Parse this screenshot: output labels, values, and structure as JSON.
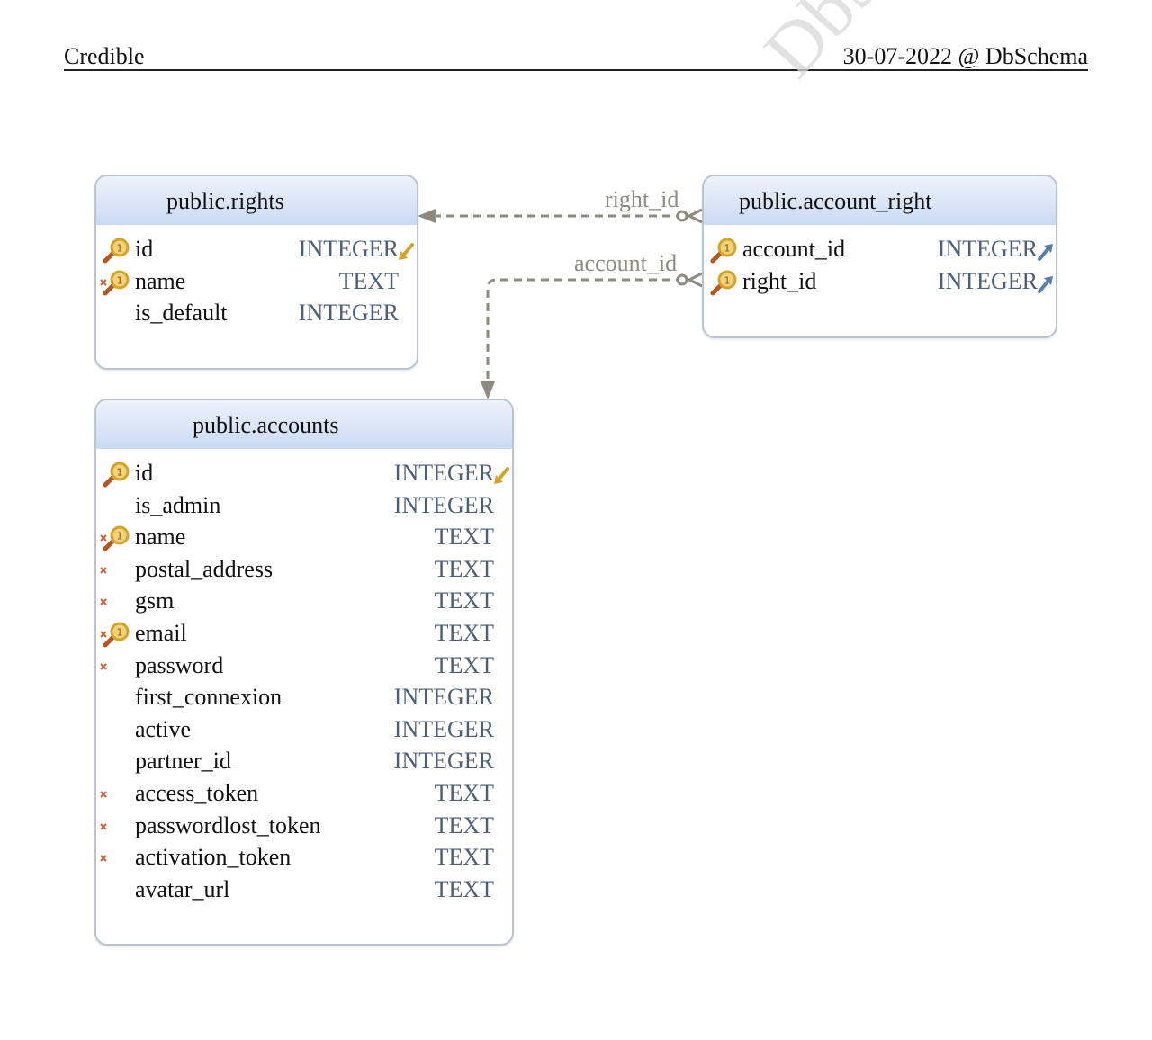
{
  "header": {
    "project": "Credible",
    "stamp": "30-07-2022 @ DbSchema"
  },
  "watermark": "DbSchema",
  "colors": {
    "header_gradient_top": "#eef3fb",
    "header_gradient_bottom": "#cbdaf2",
    "type_text": "#4d5f78",
    "connector": "#8d8a80",
    "key_gold": "#d4a32c",
    "key_handle": "#b5561e",
    "fk_out": "#5b7db0"
  },
  "tables": {
    "rights": {
      "title": "public.rights",
      "columns": [
        {
          "name": "id",
          "type": "INTEGER",
          "pk": true,
          "not_null": false,
          "ref": "referenced"
        },
        {
          "name": "name",
          "type": "TEXT",
          "pk": true,
          "not_null": true,
          "ref": ""
        },
        {
          "name": "is_default",
          "type": "INTEGER",
          "pk": false,
          "not_null": false,
          "ref": ""
        }
      ]
    },
    "account_right": {
      "title": "public.account_right",
      "columns": [
        {
          "name": "account_id",
          "type": "INTEGER",
          "pk": true,
          "not_null": false,
          "ref": "foreign"
        },
        {
          "name": "right_id",
          "type": "INTEGER",
          "pk": true,
          "not_null": false,
          "ref": "foreign"
        }
      ]
    },
    "accounts": {
      "title": "public.accounts",
      "columns": [
        {
          "name": "id",
          "type": "INTEGER",
          "pk": true,
          "not_null": false,
          "ref": "referenced"
        },
        {
          "name": "is_admin",
          "type": "INTEGER",
          "pk": false,
          "not_null": false,
          "ref": ""
        },
        {
          "name": "name",
          "type": "TEXT",
          "pk": true,
          "not_null": true,
          "ref": ""
        },
        {
          "name": "postal_address",
          "type": "TEXT",
          "pk": false,
          "not_null": true,
          "ref": ""
        },
        {
          "name": "gsm",
          "type": "TEXT",
          "pk": false,
          "not_null": true,
          "ref": ""
        },
        {
          "name": "email",
          "type": "TEXT",
          "pk": true,
          "not_null": true,
          "ref": ""
        },
        {
          "name": "password",
          "type": "TEXT",
          "pk": false,
          "not_null": true,
          "ref": ""
        },
        {
          "name": "first_connexion",
          "type": "INTEGER",
          "pk": false,
          "not_null": false,
          "ref": ""
        },
        {
          "name": "active",
          "type": "INTEGER",
          "pk": false,
          "not_null": false,
          "ref": ""
        },
        {
          "name": "partner_id",
          "type": "INTEGER",
          "pk": false,
          "not_null": false,
          "ref": ""
        },
        {
          "name": "access_token",
          "type": "TEXT",
          "pk": false,
          "not_null": true,
          "ref": ""
        },
        {
          "name": "passwordlost_token",
          "type": "TEXT",
          "pk": false,
          "not_null": true,
          "ref": ""
        },
        {
          "name": "activation_token",
          "type": "TEXT",
          "pk": false,
          "not_null": true,
          "ref": ""
        },
        {
          "name": "avatar_url",
          "type": "TEXT",
          "pk": false,
          "not_null": false,
          "ref": ""
        }
      ]
    }
  },
  "relations": [
    {
      "label": "right_id",
      "from": "account_right.right_id",
      "to": "rights.id"
    },
    {
      "label": "account_id",
      "from": "account_right.account_id",
      "to": "accounts.id"
    }
  ]
}
